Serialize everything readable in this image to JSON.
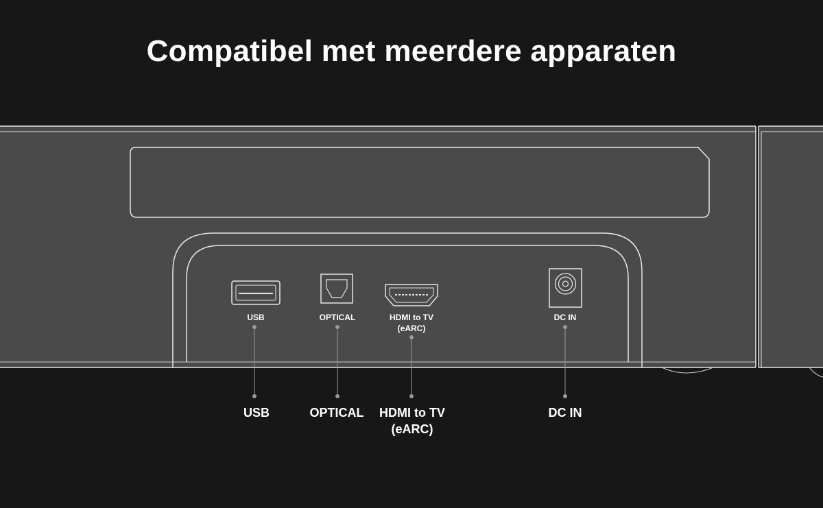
{
  "title": "Compatibel met meerdere apparaten",
  "ports": [
    {
      "icon": "usb-port-icon",
      "label": "USB",
      "label_line2": ""
    },
    {
      "icon": "optical-port-icon",
      "label": "OPTICAL",
      "label_line2": ""
    },
    {
      "icon": "hdmi-port-icon",
      "label": "HDMI to TV",
      "label_line2": "(eARC)"
    },
    {
      "icon": "dc-in-port-icon",
      "label": "DC IN",
      "label_line2": ""
    }
  ],
  "colors": {
    "background": "#171717",
    "device_body": "#4a4a4a",
    "outline": "#e6e6e6",
    "connector_line": "#9a9a9a",
    "text": "#ffffff"
  }
}
